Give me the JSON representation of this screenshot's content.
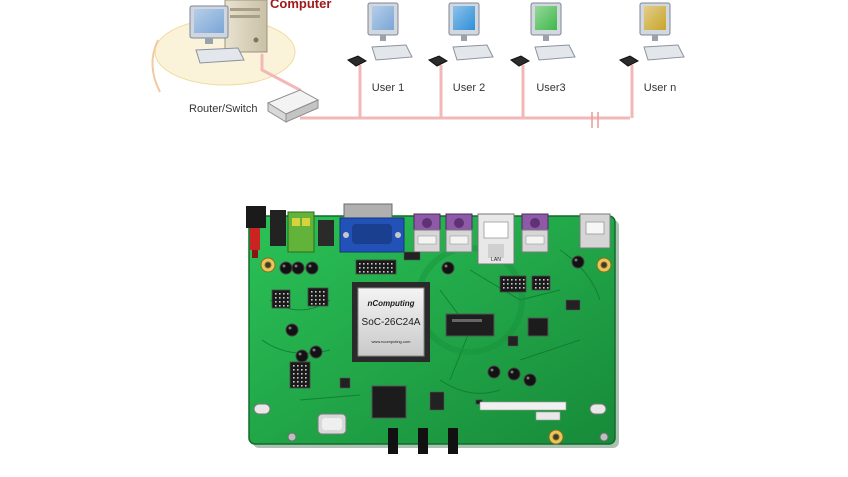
{
  "network": {
    "server_label": "Computer",
    "router_label": "Router/Switch",
    "users": [
      {
        "label": "User 1",
        "screen_color": "#7aa6d6"
      },
      {
        "label": "User 2",
        "screen_color": "#2f8fd8"
      },
      {
        "label": "User3",
        "screen_color": "#3fb84a"
      },
      {
        "label": "User n",
        "screen_color": "#c9a52a"
      }
    ],
    "cable_color": "#f2b8b8"
  },
  "board": {
    "chip_brand": "nComputing",
    "chip_model": "SoC-26C24A",
    "chip_url": "www.ncomputing.com",
    "pcb_color": "#1fa845"
  }
}
